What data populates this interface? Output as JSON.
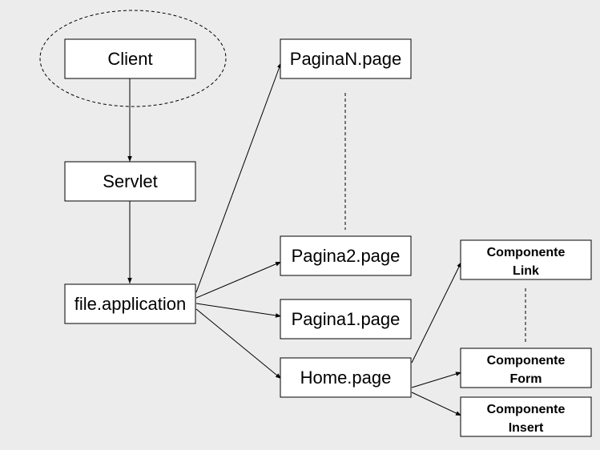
{
  "nodes": {
    "client": "Client",
    "servlet": "Servlet",
    "application": "file.application",
    "pagina_n": "PaginaN.page",
    "pagina_2": "Pagina2.page",
    "pagina_1": "Pagina1.page",
    "home": "Home.page",
    "comp_link": [
      "Componente",
      "Link"
    ],
    "comp_form": [
      "Componente",
      "Form"
    ],
    "comp_insert": [
      "Componente",
      "Insert"
    ]
  },
  "colors": {
    "background": "#ececec",
    "box_fill": "#ffffff",
    "stroke": "#000000"
  }
}
